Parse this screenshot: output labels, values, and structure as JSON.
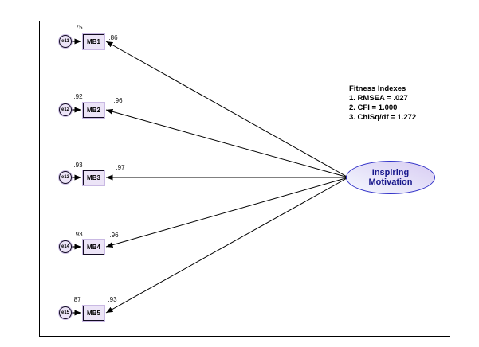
{
  "diagram": {
    "latent": {
      "line1": "Inspiring",
      "line2": "Motivation"
    },
    "fitness": {
      "title": "Fitness Indexes",
      "lines": [
        "1. RMSEA = .027",
        "2. CFI = 1.000",
        "3. ChiSq/df = 1.272"
      ]
    },
    "indicators": [
      {
        "name": "MB1",
        "error": "e11",
        "variance": ".75",
        "loading": ".86"
      },
      {
        "name": "MB2",
        "error": "e12",
        "variance": ".92",
        "loading": ".96"
      },
      {
        "name": "MB3",
        "error": "e13",
        "variance": ".93",
        "loading": ".97"
      },
      {
        "name": "MB4",
        "error": "e14",
        "variance": ".93",
        "loading": ".96"
      },
      {
        "name": "MB5",
        "error": "e15",
        "variance": ".87",
        "loading": ".93"
      }
    ],
    "colors": {
      "node_fill": "#ece4f7",
      "node_border": "#120b22",
      "ellipse_border": "#3232c8",
      "ellipse_fill_light": "#f5f8fe",
      "ellipse_fill_dark": "#d8ccf2",
      "ellipse_text": "#18188c",
      "arrow": "#000000",
      "frame_border": "#000000"
    }
  }
}
